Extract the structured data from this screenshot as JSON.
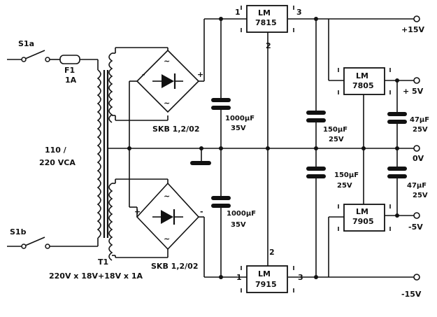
{
  "switches": {
    "s1a": "S1a",
    "s1b": "S1b"
  },
  "fuse": {
    "name": "F1",
    "rating": "1A"
  },
  "mains": {
    "line1": "110 /",
    "line2": "220 VCA"
  },
  "transformer": {
    "name": "T1",
    "spec": "220V x 18V+18V x 1A"
  },
  "bridges": {
    "top": "SKB 1,2/02",
    "bottom": "SKB 1,2/02"
  },
  "regulators": {
    "r7815": {
      "line1": "LM",
      "line2": "7815",
      "pin1": "1",
      "pin2": "2",
      "pin3": "3"
    },
    "r7805": {
      "line1": "LM",
      "line2": "7805"
    },
    "r7905": {
      "line1": "LM",
      "line2": "7905"
    },
    "r7915": {
      "line1": "LM",
      "line2": "7915",
      "pin1": "1",
      "pin2": "2",
      "pin3": "3"
    }
  },
  "capacitors": {
    "c1": {
      "value": "1000µF",
      "voltage": "35V"
    },
    "c2": {
      "value": "1000µF",
      "voltage": "35V"
    },
    "c3": {
      "value": "150µF",
      "voltage": "25V"
    },
    "c4": {
      "value": "150µF",
      "voltage": "25V"
    },
    "c5": {
      "value": "47µF",
      "voltage": "25V"
    },
    "c6": {
      "value": "47µF",
      "voltage": "25V"
    }
  },
  "outputs": {
    "p15": "+15V",
    "p5": "+ 5V",
    "zero": "0V",
    "m5": "-5V",
    "m15": "-15V"
  },
  "polarity": {
    "plus": "+",
    "minus": "-",
    "ac": "~"
  }
}
